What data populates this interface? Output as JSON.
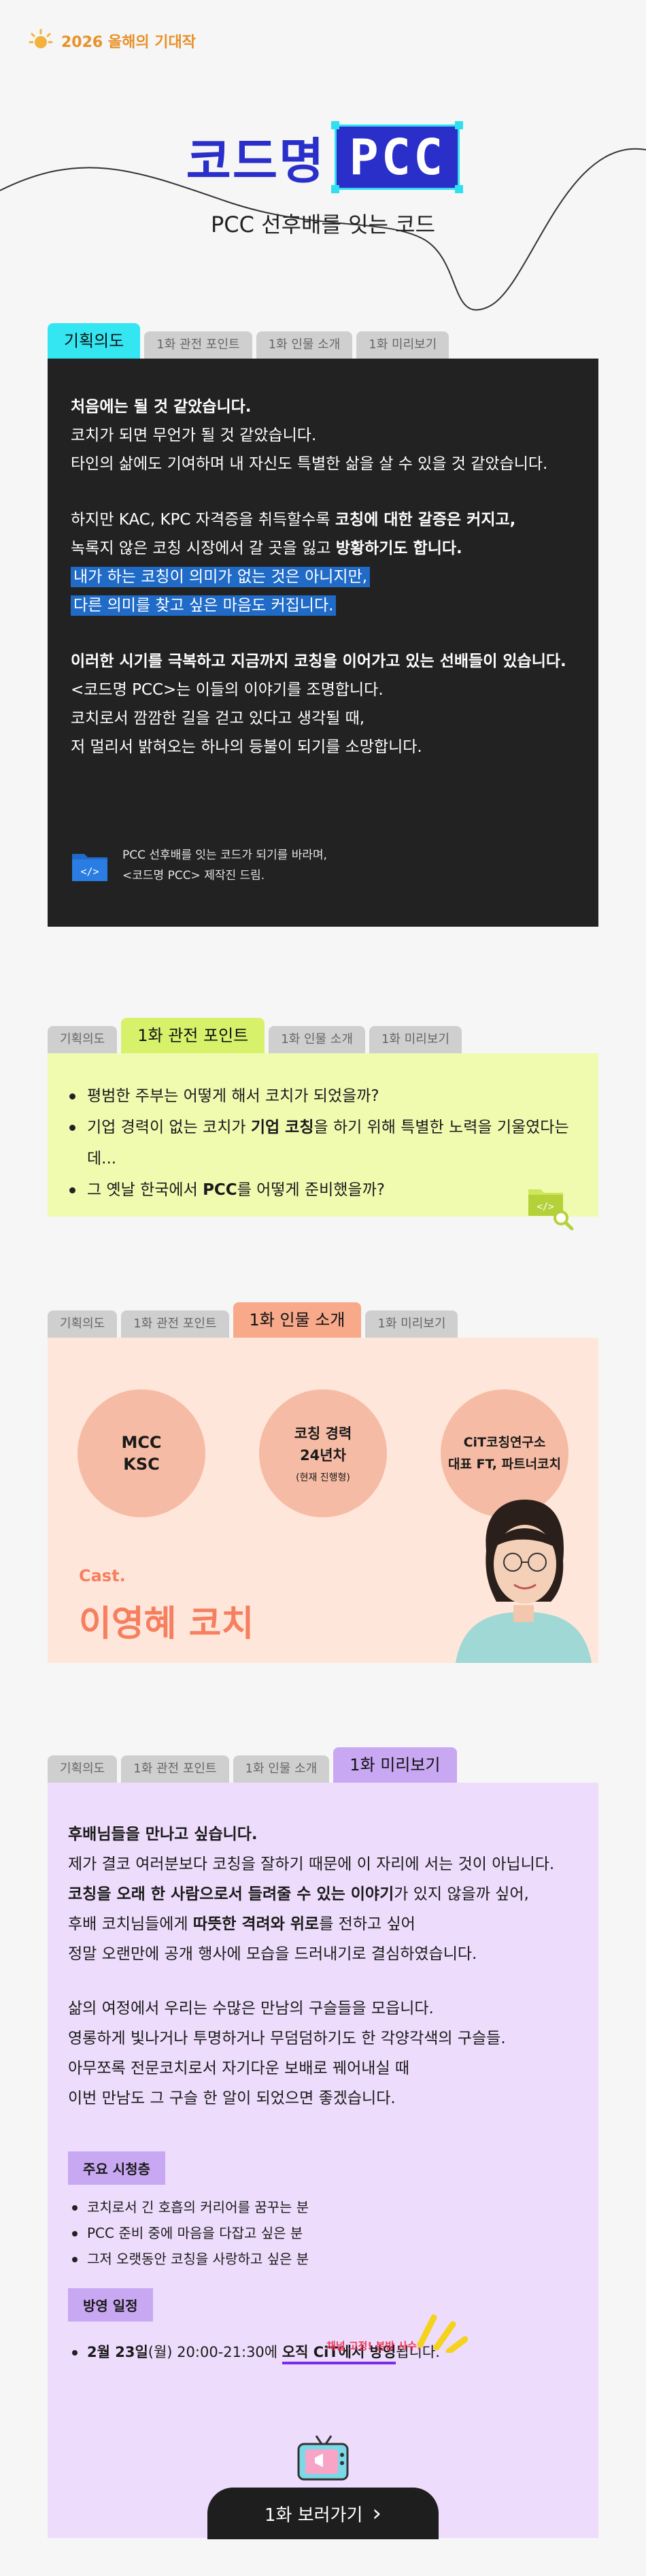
{
  "header": {
    "badge_text": "2026 올해의 기대작",
    "title_ko": "코드명",
    "title_box": "PCC",
    "subtitle": "PCC 선후배를 잇는 코드"
  },
  "tab_labels": [
    "기획의도",
    "1화 관전 포인트",
    "1화 인물 소개",
    "1화 미리보기"
  ],
  "intent": {
    "l1": "처음에는 될 것 같았습니다.",
    "l2": "코치가 되면 무언가 될 것 같았습니다.",
    "l3": "타인의 삶에도 기여하며 내 자신도 특별한 삶을 살 수 있을 것 같았습니다.",
    "l4a": "하지만 KAC, KPC 자격증을 취득할수록 ",
    "l4b": "코칭에 대한 갈증은 커지고,",
    "l5a": "녹록지 않은 코칭 시장에서 갈 곳을 잃고 ",
    "l5b": "방황하기도 합니다.",
    "l6": "내가 하는 코칭이 의미가 없는 것은 아니지만,",
    "l7": "다른 의미를 찾고 싶은 마음도 커집니다.",
    "l8": "이러한 시기를 극복하고 지금까지 코칭을 이어가고 있는 선배들이 있습니다.",
    "l9": "<코드명 PCC>는 이들의 이야기를 조명합니다.",
    "l10": "코치로서 깜깜한 길을 걷고 있다고 생각될 때,",
    "l11": "저 멀리서 밝혀오는 하나의 등불이 되기를 소망합니다.",
    "sign1": "PCC 선후배를 잇는 코드가 되기를 바라며,",
    "sign2": "<코드명 PCC> 제작진 드림."
  },
  "points": {
    "i1": "평범한 주부는 어떻게 해서 코치가 되었을까?",
    "i2a": "기업 경력이 없는 코치가 ",
    "i2b": "기업 코칭",
    "i2c": "을 하기 위해 특별한 노력을 기울였다는데...",
    "i3a": "그 옛날 한국에서 ",
    "i3b": "PCC",
    "i3c": "를 어떻게 준비했을까?"
  },
  "cast": {
    "c1a": "MCC",
    "c1b": "KSC",
    "c2a": "코칭 경력",
    "c2b": "24년차",
    "c2c": "(현재 진행형)",
    "c3a": "CiT코칭연구소",
    "c3b": "대표 FT, 파트너코치",
    "label": "Cast.",
    "name": "이영혜 코치"
  },
  "preview": {
    "p1": "후배님들을 만나고 싶습니다.",
    "p2": "제가 결코 여러분보다 코칭을 잘하기 때문에 이 자리에 서는 것이 아닙니다.",
    "p3a": "코칭을 오래 한 사람으로서 들려줄 수 있는 이야기",
    "p3b": "가 있지 않을까 싶어,",
    "p4a": "후배 코치님들에게 ",
    "p4b": "따뜻한 격려와 위로",
    "p4c": "를 전하고 싶어",
    "p5": "정말 오랜만에 공개 행사에 모습을 드러내기로 결심하였습니다.",
    "p6": "삶의 여정에서 우리는 수많은 만남의 구슬들을 모읍니다.",
    "p7": "영롱하게 빛나거나 투명하거나 무덤덤하기도 한 각양각색의 구슬들.",
    "p8": "아무쪼록 전문코치로서 자기다운 보배로 꿰어내실 때",
    "p9": "이번 만남도 그 구슬 한 알이 되었으면 좋겠습니다.",
    "aud_label": "주요 시청층",
    "a1": "코치로서 긴 호흡의 커리어를 꿈꾸는 분",
    "a2": "PCC 준비 중에 마음을 다잡고 싶은 분",
    "a3": "그저 오랫동안 코칭을 사랑하고 싶은 분",
    "sched_label": "방영 일정",
    "note": "채널 고정! 본방 사수!",
    "s_date": "2월 23일",
    "s_mid": "(월) 20:00-21:30에 ",
    "s_ch": "오직 CiT에서 방영",
    "s_end": "됩니다.",
    "button": "1화 보러가기",
    "button_arrow": "›"
  },
  "colors": {
    "title_blue": "#2a2fc9",
    "tab_intent": "#33e6f2",
    "tab_points": "#d7f26a",
    "tab_cast": "#f7a98a",
    "tab_preview": "#c9a8f3",
    "cast_name": "#f57f5f"
  }
}
